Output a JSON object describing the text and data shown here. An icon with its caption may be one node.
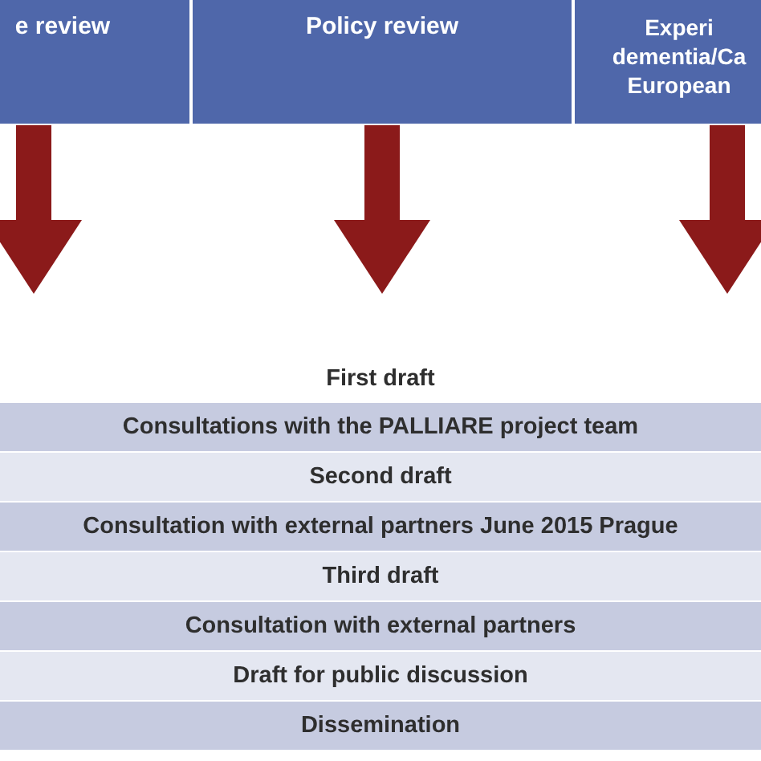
{
  "diagram": {
    "nodes": [
      {
        "text": [
          "e review"
        ]
      },
      {
        "text": [
          "Policy review"
        ]
      },
      {
        "text": [
          "Experi dementia/Ca European"
        ]
      },
      {
        "text": [
          "First draft"
        ]
      },
      {
        "text": [
          "Consultations with the PALLIARE project team"
        ]
      },
      {
        "text": [
          "Second draft"
        ]
      },
      {
        "text": [
          "Consultation with external partners June 2015 Prague"
        ]
      },
      {
        "text": [
          "Third draft"
        ]
      },
      {
        "text": [
          "Consultation with external partners"
        ]
      },
      {
        "text": [
          "Draft for public discussion"
        ]
      },
      {
        "text": [
          "Dissemination"
        ]
      }
    ],
    "edges": [
      {
        "from": 0,
        "to": 3,
        "arrow": "to"
      },
      {
        "from": 1,
        "to": 3,
        "arrow": "to"
      },
      {
        "from": 2,
        "to": 3,
        "arrow": "to"
      }
    ]
  }
}
